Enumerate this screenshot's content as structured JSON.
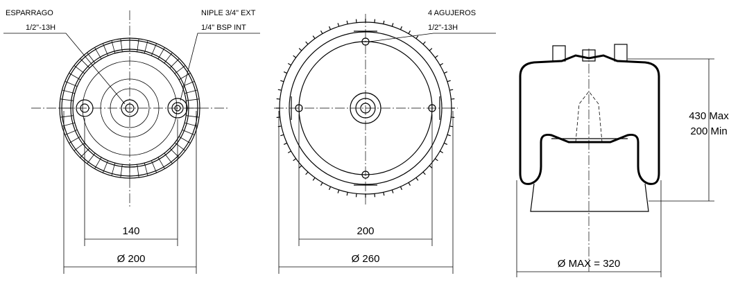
{
  "left_view": {
    "label_stud_line1": "ESPARRAGO",
    "label_stud_line2": "1/2\"-13H",
    "label_nipple_line1": "NIPLE 3/4\" EXT",
    "label_nipple_line2": "1/4\" BSP INT",
    "dim_inner": "140",
    "dim_outer": "Ø 200"
  },
  "middle_view": {
    "label_holes_line1": "4 AGUJEROS",
    "label_holes_line2": "1/2\"-13H",
    "dim_inner": "200",
    "dim_outer": "Ø 260"
  },
  "side_view": {
    "dim_height_max": "430 Max",
    "dim_height_min": "200 Min",
    "dim_diameter": "Ø MAX = 320"
  }
}
